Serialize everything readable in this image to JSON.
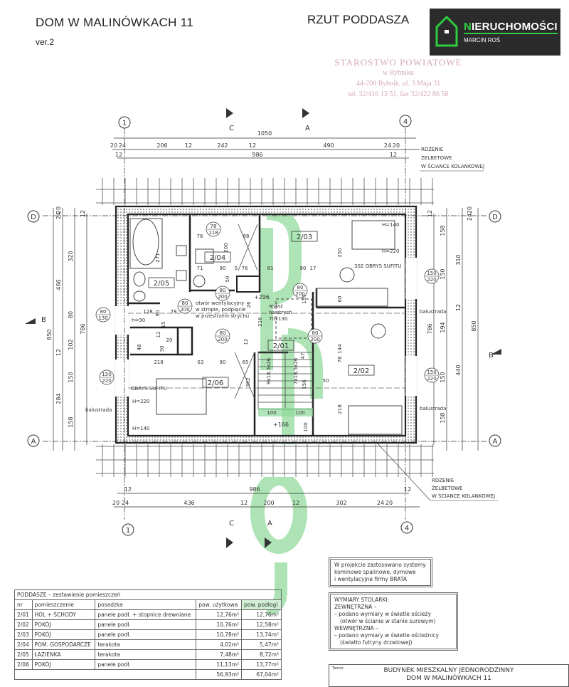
{
  "header": {
    "title": "DOM W MALINÓWKACH 11",
    "version": "ver.2",
    "drawing": "RZUT PODDASZA"
  },
  "logo": {
    "first_letter": "N",
    "brand_rest": "IERUCHOMOŚCI",
    "agent": "MARCIN ROŚ",
    "accent": "#2ecc40"
  },
  "stamp": {
    "lines": [
      "STAROSTWO POWIATOWE",
      "w Rybniku",
      "44-200 Rybnik, ul. 3 Maja 31",
      "tel. 32/416 13 51, fax 32/422 86 58"
    ]
  },
  "plan": {
    "axes": {
      "one": "1",
      "four": "4",
      "D": "D",
      "A": "A"
    },
    "sections": {
      "C": "C",
      "A": "A",
      "B": "B"
    },
    "rooms": {
      "r201": "2/01",
      "r202": "2/02",
      "r203": "2/03",
      "r204": "2/04",
      "r205": "2/05",
      "r206": "2/06"
    },
    "dims_top": {
      "total": "1050",
      "a": "20",
      "b": "24",
      "c": "206",
      "d": "12",
      "e": "242",
      "f": "12",
      "g": "490",
      "h": "24",
      "i": "20",
      "j": "12",
      "inner": "986",
      "k": "12"
    },
    "dims_bottom": {
      "j": "12",
      "inner": "986",
      "k": "12",
      "a": "20",
      "b": "24",
      "c": "436",
      "d": "12",
      "e": "200",
      "f": "12",
      "g": "302",
      "h": "24",
      "i": "20"
    },
    "dims_left": {
      "total": "850",
      "a": "466",
      "b": "12",
      "c": "284",
      "d": "320",
      "e": "80",
      "f": "102",
      "g": "150",
      "h": "158",
      "inner": "786",
      "t1": "20",
      "t2": "24",
      "t3": "12"
    },
    "dims_right": {
      "total": "850",
      "a": "158",
      "b": "150",
      "c": "194",
      "d": "150",
      "e": "158",
      "f": "310",
      "g": "12",
      "h": "440",
      "inner": "786",
      "t1": "20",
      "t2": "24",
      "t3": "12"
    },
    "doors": {
      "d1": [
        "78",
        "118"
      ],
      "d2": [
        "80",
        "200"
      ],
      "d3": [
        "80",
        "200"
      ],
      "d4": [
        "80",
        "200"
      ],
      "d5": [
        "80",
        "200"
      ],
      "d6": [
        "80",
        "200"
      ],
      "w1": [
        "80",
        "130"
      ],
      "w2": [
        "150",
        "220"
      ],
      "w3": [
        "150",
        "220"
      ],
      "w4": [
        "150",
        "220"
      ]
    },
    "inner_dims": [
      "76",
      "88",
      "200",
      "71",
      "90",
      "5",
      "76",
      "81",
      "90",
      "17",
      "271",
      "128",
      "90",
      "78",
      "50",
      "26",
      "216",
      "107",
      "218",
      "63",
      "90",
      "65",
      "362",
      "12",
      "47",
      "156",
      "100",
      "100",
      "100",
      "250",
      "60",
      "144",
      "78",
      "218",
      "50",
      "48",
      "20",
      "30",
      "15",
      "12"
    ],
    "notes": {
      "vent1": "otwór wentylacyjny",
      "vent2": "w stropie, podpięcie",
      "vent3": "w przestrzeni strychu",
      "hatch1": "wyłaz",
      "hatch2": "na strych",
      "hatch3": "70x130",
      "lvl_top": "+296",
      "lvl_bottom": "+166",
      "stairs1": "9x18,5x26",
      "stairs2": "7x18,5x26",
      "ceiling_left": "OBRYS SUFITU",
      "ceiling_right": "302 OBRYS SUFITU",
      "balustrade": "balustrada",
      "h140": "H=140",
      "h220": "H=220",
      "h90": "h=90"
    },
    "core_note": [
      "RDZENIE",
      "ŻELBETOWE",
      "W ŚCIANCE KOLANKOWEJ"
    ]
  },
  "rooms_table": {
    "title": "PODDASZE  –  zestawienie pomieszczeń",
    "headers": [
      "nr",
      "pomieszczenie",
      "posadzka",
      "pow. użytkowa",
      "pow. podłogi"
    ],
    "rows": [
      [
        "2/01",
        "HOL + SCHODY",
        "panele podł. + stopnice drewniane",
        "12,76m²",
        "12,76m²"
      ],
      [
        "2/02",
        "POKÓJ",
        "panele podł.",
        "10,76m²",
        "12,58m²"
      ],
      [
        "2/03",
        "POKÓJ",
        "panele podł.",
        "10,78m²",
        "13,74m²"
      ],
      [
        "2/04",
        "POM. GOSPODARCZE",
        "terakota",
        "4,02m²",
        "5,47m²"
      ],
      [
        "2/05",
        "ŁAZIENKA",
        "terakota",
        "7,48m²",
        "8,72m²"
      ],
      [
        "2/06",
        "POKÓJ",
        "panele podł.",
        "11,13m²",
        "13,77m²"
      ]
    ],
    "totals": [
      "56,93m²",
      "67,04m²"
    ]
  },
  "notes": {
    "systems": [
      "W projekcie zastosowano systemy",
      "kominowe spalinowe, dymowe",
      "i wentylacyjne firmy BRATA"
    ],
    "joinery": [
      "WYMIARY STOLARKI:",
      "ZEWNĘTRZNA –",
      "– podano wymiary w świetle ościeży",
      "(otwór w ścianie w stanie surowym)",
      "WEWNĘTRZNA –",
      "– podano wymiary w świetle ościeżnicy",
      "(światło futryny drzwiowej)"
    ]
  },
  "title_block": {
    "label": "Temat:",
    "line1": "BUDYNEK MIESZKALNY JEDNORODZINNY",
    "line2": "DOM W MALINÓWKACH 11"
  }
}
